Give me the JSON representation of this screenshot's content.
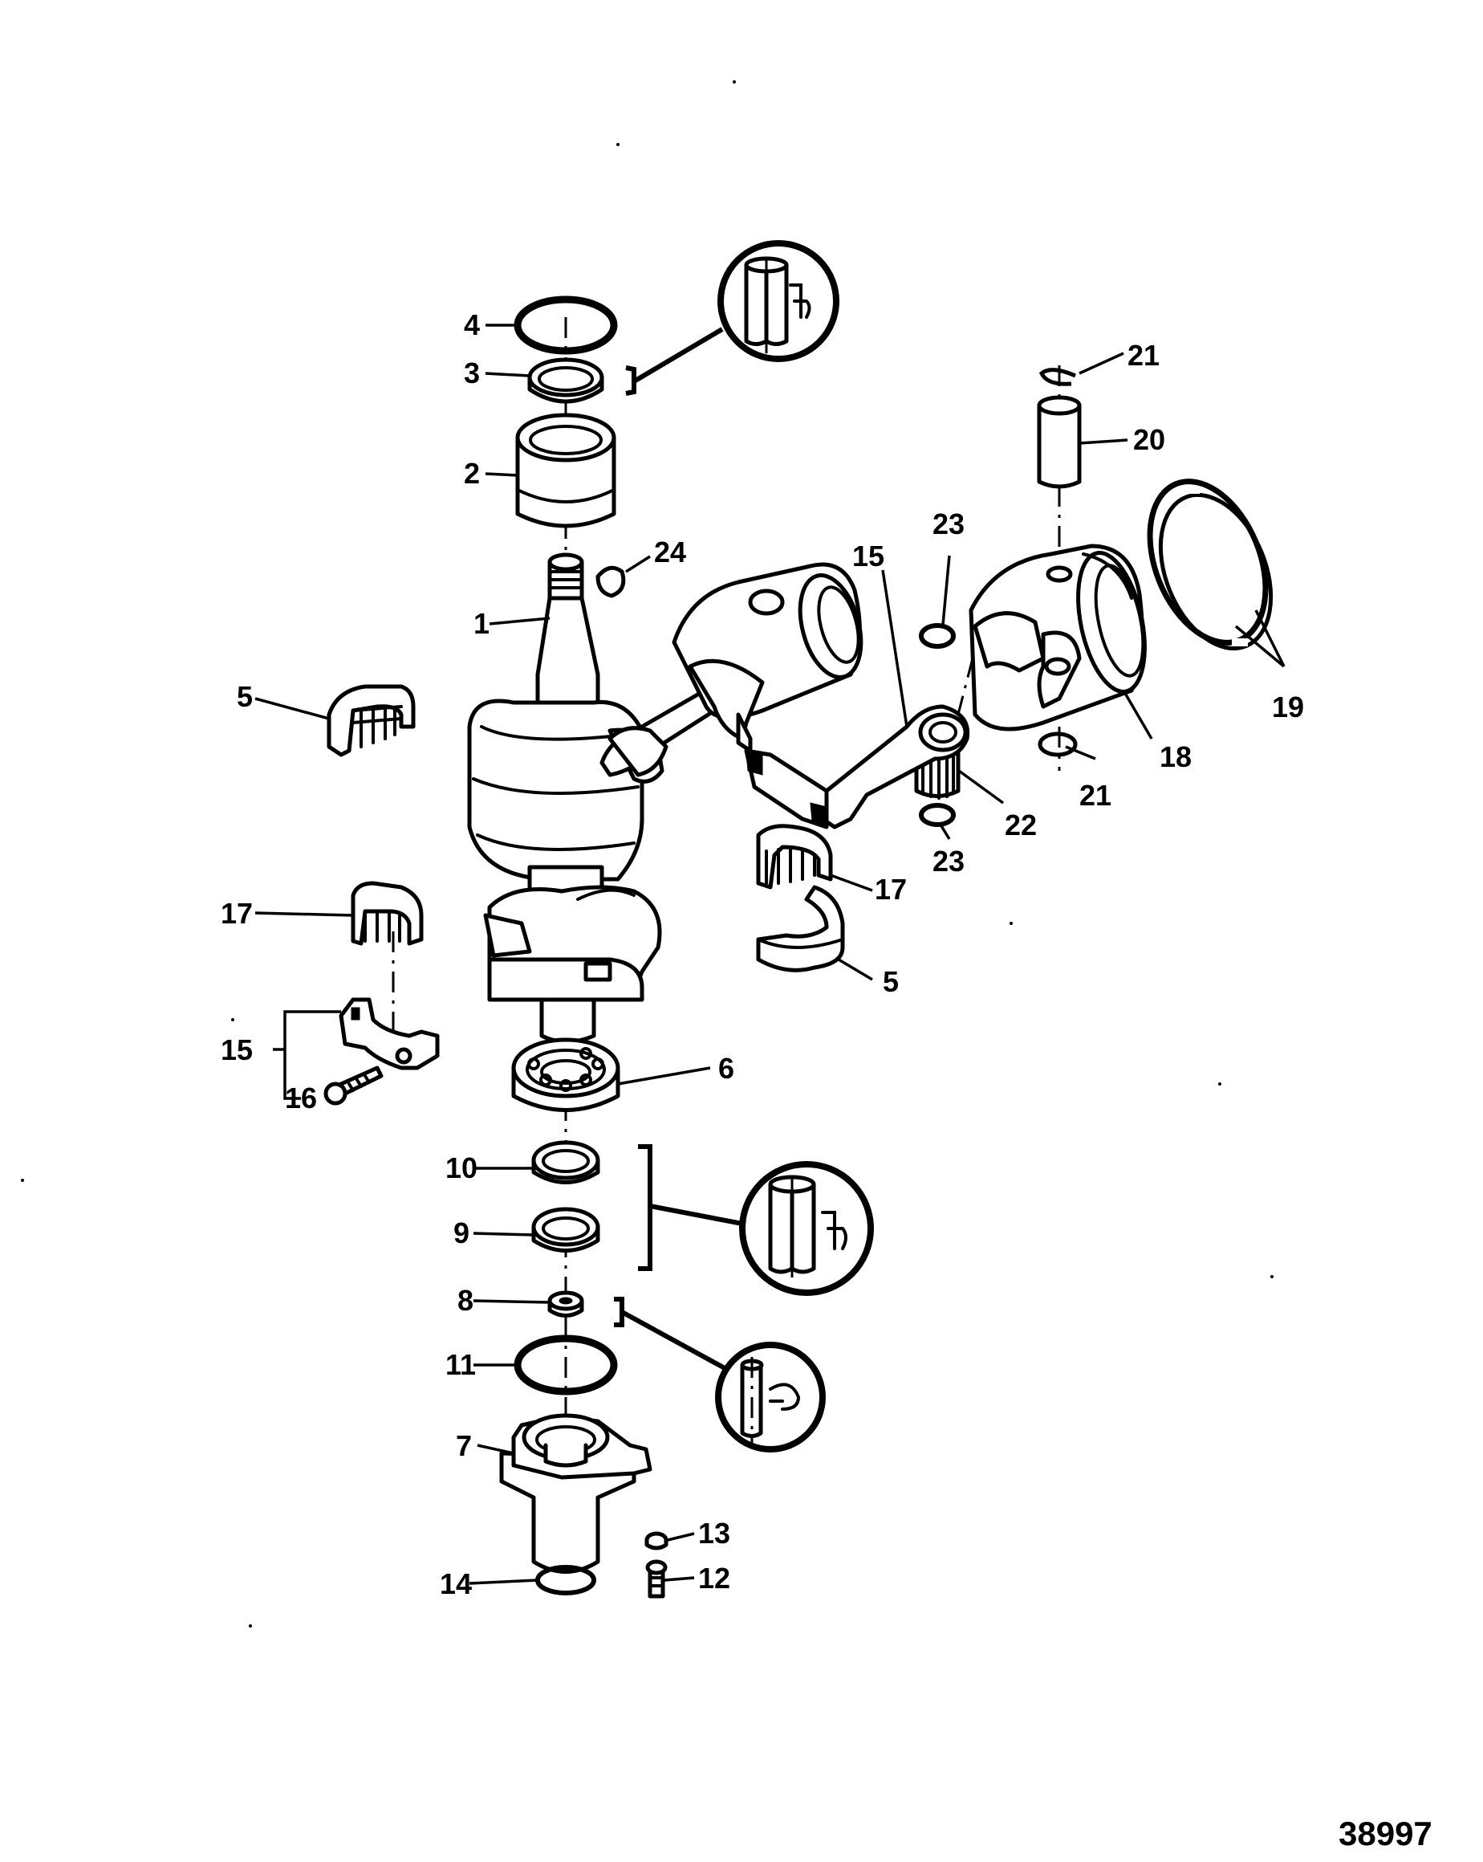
{
  "figure_number": "38997",
  "callouts": {
    "c1": "1",
    "c2": "2",
    "c3": "3",
    "c4": "4",
    "c5_left": "5",
    "c5_right": "5",
    "c6": "6",
    "c7": "7",
    "c8": "8",
    "c9": "9",
    "c10": "10",
    "c11": "11",
    "c12": "12",
    "c13": "13",
    "c14": "14",
    "c15_top": "15",
    "c15_left": "15",
    "c16": "16",
    "c17_left": "17",
    "c17_right": "17",
    "c18": "18",
    "c19": "19",
    "c20": "20",
    "c21_top": "21",
    "c21_bottom": "21",
    "c22": "22",
    "c23_top": "23",
    "c23_bottom": "23",
    "c24": "24"
  }
}
